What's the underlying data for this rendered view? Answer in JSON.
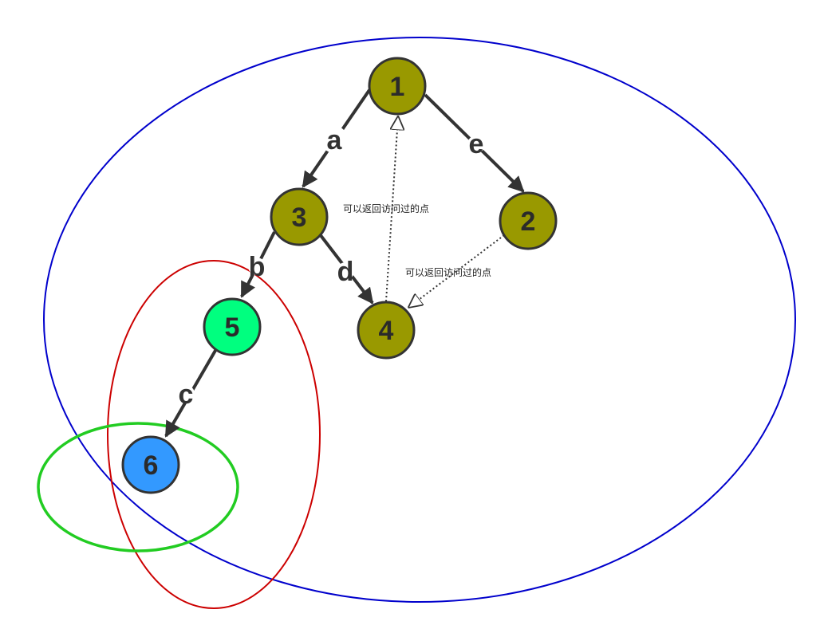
{
  "colors": {
    "node_default": "#999900",
    "node_5": "#00ff7f",
    "node_6": "#3399ff",
    "node_stroke": "#333333",
    "edge": "#333333",
    "ellipse_outer": "#0000cc",
    "ellipse_middle": "#cc0000",
    "ellipse_inner": "#22cc22"
  },
  "nodes": [
    {
      "id": "1",
      "label": "1",
      "fill": "#999900"
    },
    {
      "id": "2",
      "label": "2",
      "fill": "#999900"
    },
    {
      "id": "3",
      "label": "3",
      "fill": "#999900"
    },
    {
      "id": "4",
      "label": "4",
      "fill": "#999900"
    },
    {
      "id": "5",
      "label": "5",
      "fill": "#00ff7f"
    },
    {
      "id": "6",
      "label": "6",
      "fill": "#3399ff"
    }
  ],
  "edges": [
    {
      "from": "1",
      "to": "3",
      "label": "a",
      "style": "solid"
    },
    {
      "from": "3",
      "to": "5",
      "label": "b",
      "style": "solid"
    },
    {
      "from": "5",
      "to": "6",
      "label": "c",
      "style": "solid"
    },
    {
      "from": "3",
      "to": "4",
      "label": "d",
      "style": "solid"
    },
    {
      "from": "1",
      "to": "2",
      "label": "e",
      "style": "solid"
    },
    {
      "from": "4",
      "to": "1",
      "label": "",
      "style": "dotted"
    },
    {
      "from": "2",
      "to": "4",
      "label": "",
      "style": "dotted"
    }
  ],
  "annotations": {
    "back_edge_4_1": "可以返回访问过的点",
    "back_edge_2_4": "可以返回访问过的点"
  }
}
